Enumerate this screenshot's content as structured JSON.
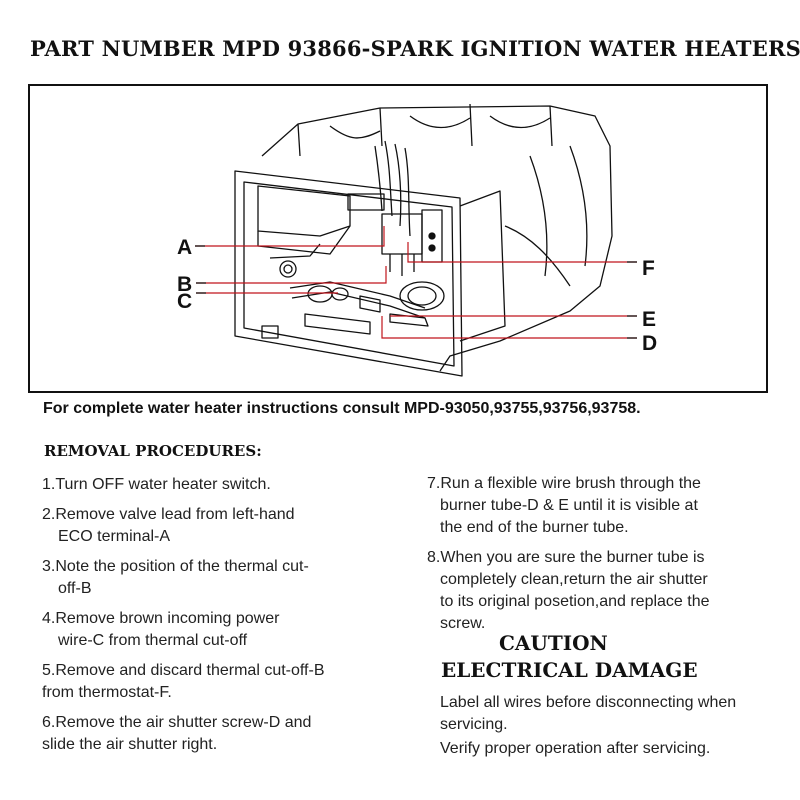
{
  "title": "PART NUMBER MPD 93866-SPARK IGNITION WATER HEATERS",
  "diagram": {
    "labels": {
      "a": "A",
      "b": "B",
      "c": "C",
      "d": "D",
      "e": "E",
      "f": "F"
    },
    "leader_color": "#c0141c"
  },
  "consult_text": "For complete water heater instructions consult MPD-93050,93755,93756,93758.",
  "removal_heading": "REMOVAL PROCEDURES:",
  "steps": [
    {
      "first": "1.Turn OFF water heater switch.",
      "rest": ""
    },
    {
      "first": "2.Remove valve lead from left-hand",
      "rest": "ECO terminal-A"
    },
    {
      "first": "3.Note the position of the thermal cut-",
      "rest": "off-B"
    },
    {
      "first": "4.Remove brown incoming power",
      "rest": "wire-C from thermal cut-off"
    },
    {
      "first": "5.Remove and discard thermal cut-off-B",
      "rest": "from thermostat-F."
    },
    {
      "first": "6.Remove the air shutter screw-D and",
      "rest": "slide the air shutter right."
    },
    {
      "first": "7.Run a flexible wire brush through the",
      "rest": "burner tube-D & E until it is visible at\nthe end of the burner tube."
    },
    {
      "first": "8.When you are sure the burner tube is",
      "rest": "completely clean,return the air shutter\nto its original posetion,and replace the\nscrew."
    }
  ],
  "caution": "CAUTION",
  "electrical_damage": "ELECTRICAL DAMAGE",
  "note_label_wires": "Label all wires before disconnecting when servicing.",
  "note_verify": "Verify proper operation after servicing."
}
